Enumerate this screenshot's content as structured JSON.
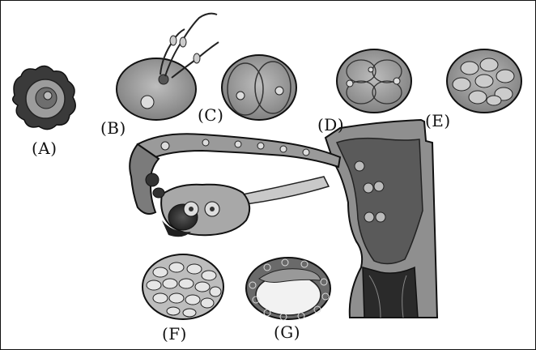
{
  "labels": {
    "A": "(A)",
    "B": "(B)",
    "C": "(C)",
    "D": "(D)",
    "E": "(E)",
    "F": "(F)",
    "G": "(G)"
  },
  "colors": {
    "ink": "#111111",
    "cell_fill": "#9a9a9a",
    "cell_light": "#c8c8c8",
    "tissue": "#7a7a7a",
    "dark": "#222222"
  }
}
